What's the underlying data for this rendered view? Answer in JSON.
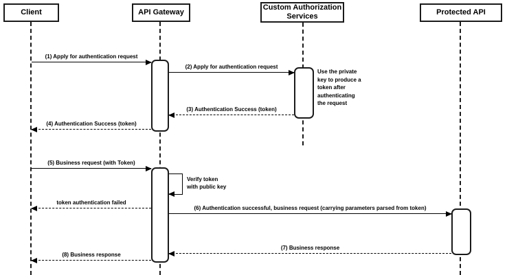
{
  "diagram": {
    "type": "sequence",
    "participants": [
      {
        "label": "Client"
      },
      {
        "label": "API Gateway"
      },
      {
        "label": "Custom Authorization Services"
      },
      {
        "label": "Protected API"
      }
    ],
    "messages": [
      {
        "label": "(1) Apply for authentication request",
        "from": "Client",
        "to": "API Gateway",
        "line": "solid"
      },
      {
        "label": "(2) Apply for authentication request",
        "from": "API Gateway",
        "to": "Custom Authorization Services",
        "line": "solid"
      },
      {
        "label": "(3) Authentication Success (token)",
        "from": "Custom Authorization Services",
        "to": "API Gateway",
        "line": "dashed"
      },
      {
        "label": "(4) Authentication Success (token)",
        "from": "API Gateway",
        "to": "Client",
        "line": "dashed"
      },
      {
        "label": "(5) Business request (with Token)",
        "from": "Client",
        "to": "API Gateway",
        "line": "solid"
      },
      {
        "label": "Verify token\nwith public key",
        "from": "API Gateway",
        "to": "API Gateway",
        "line": "self"
      },
      {
        "label": "token authentication failed",
        "from": "API Gateway",
        "to": "Client",
        "line": "dashed"
      },
      {
        "label": "(6) Authentication successful, business request (carrying parameters parsed from token)",
        "from": "API Gateway",
        "to": "Protected API",
        "line": "solid"
      },
      {
        "label": "(7) Business response",
        "from": "Protected API",
        "to": "API Gateway",
        "line": "dashed"
      },
      {
        "label": "(8) Business response",
        "from": "API Gateway",
        "to": "Client",
        "line": "dashed"
      }
    ],
    "note": {
      "text": "Use the private\nkey to produce a\ntoken after\nauthenticating\nthe request",
      "anchor": "Custom Authorization Services"
    },
    "colors": {
      "stroke": "#1a1a1a",
      "background": "#ffffff",
      "text": "#000000"
    }
  }
}
